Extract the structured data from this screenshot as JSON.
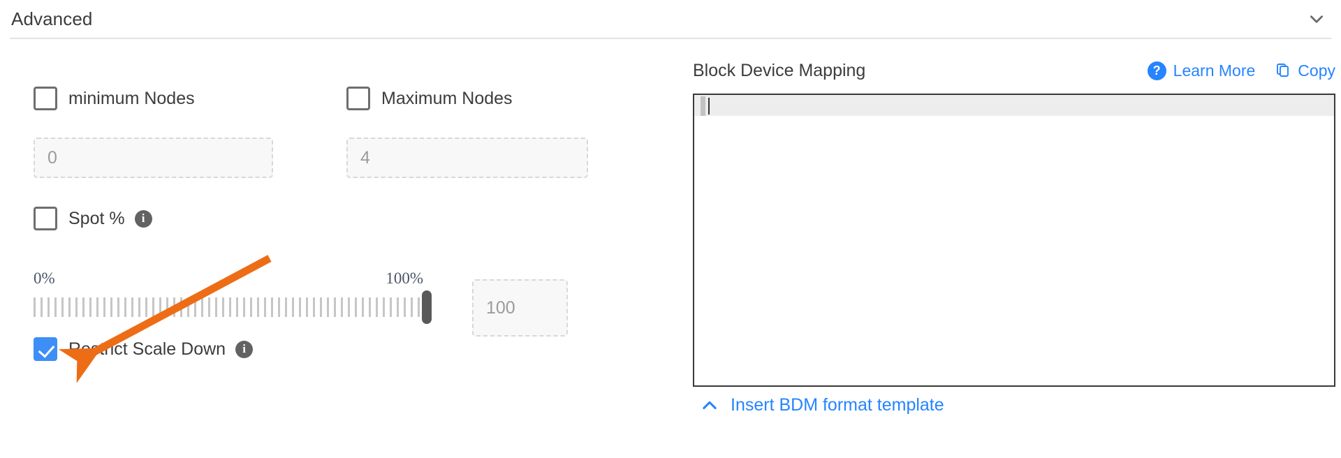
{
  "section": {
    "title": "Advanced",
    "collapse_icon": "chevron-down-icon"
  },
  "left_panel": {
    "min_nodes": {
      "label": "minimum Nodes",
      "checked": false,
      "input_placeholder": "0",
      "input_value": ""
    },
    "max_nodes": {
      "label": "Maximum Nodes",
      "checked": false,
      "input_placeholder": "4",
      "input_value": ""
    },
    "spot": {
      "label": "Spot %",
      "checked": false,
      "info_icon": "info-icon",
      "info_glyph": "i"
    },
    "slider": {
      "min_label": "0%",
      "max_label": "100%",
      "value": 100,
      "value_text": "100",
      "min": 0,
      "max": 100
    },
    "restrict_scale_down": {
      "label": "Restrict Scale Down",
      "checked": true,
      "info_icon": "info-icon",
      "info_glyph": "i"
    }
  },
  "right_panel": {
    "title": "Block Device Mapping",
    "learn_more": {
      "label": "Learn More",
      "icon": "question-circle-icon",
      "icon_glyph": "?"
    },
    "copy": {
      "label": "Copy",
      "icon": "copy-icon"
    },
    "editor": {
      "content": ""
    },
    "insert_template": {
      "label": "Insert BDM format template",
      "icon": "chevron-up-icon"
    }
  },
  "annotation": {
    "arrow_color": "#ED6D16",
    "points_to": "restrict-scale-down-checkbox"
  },
  "colors": {
    "accent_blue": "#2684ff",
    "checkbox_blue": "#3e8ef7",
    "text_dark": "#3c3c3c",
    "muted": "#9b9b9b",
    "slider_label": "#4a5568"
  }
}
